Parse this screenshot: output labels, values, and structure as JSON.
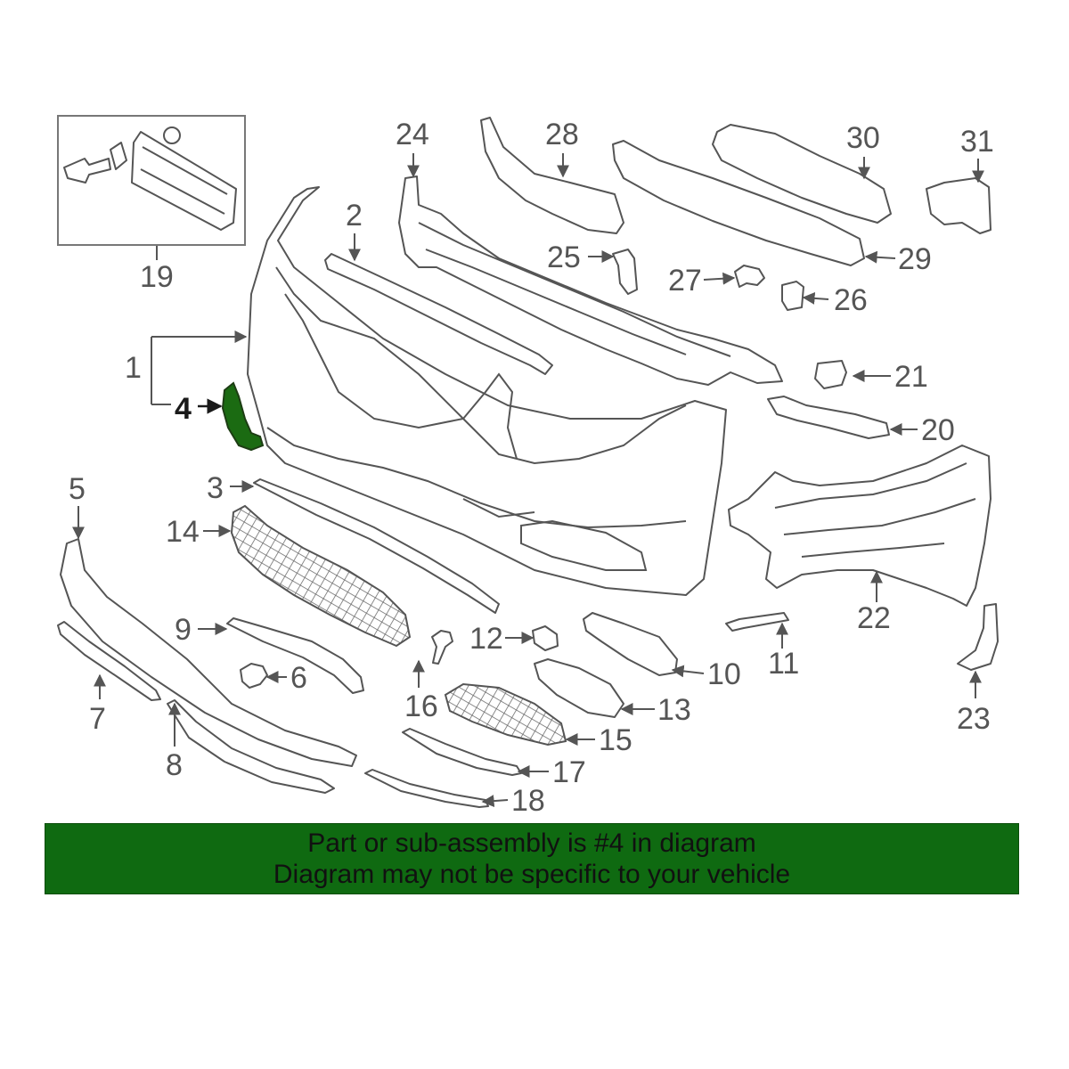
{
  "callouts": [
    "1",
    "2",
    "3",
    "4",
    "5",
    "6",
    "7",
    "8",
    "9",
    "10",
    "11",
    "12",
    "13",
    "14",
    "15",
    "16",
    "17",
    "18",
    "19",
    "20",
    "21",
    "22",
    "23",
    "24",
    "25",
    "26",
    "27",
    "28",
    "29",
    "30",
    "31"
  ],
  "highlighted_part": "4",
  "highlight_color": "#1b6b12",
  "banner": {
    "line1": "Part or sub-assembly is #4 in diagram",
    "line2": "Diagram may not be specific to your vehicle",
    "background": "#0f6a11"
  }
}
